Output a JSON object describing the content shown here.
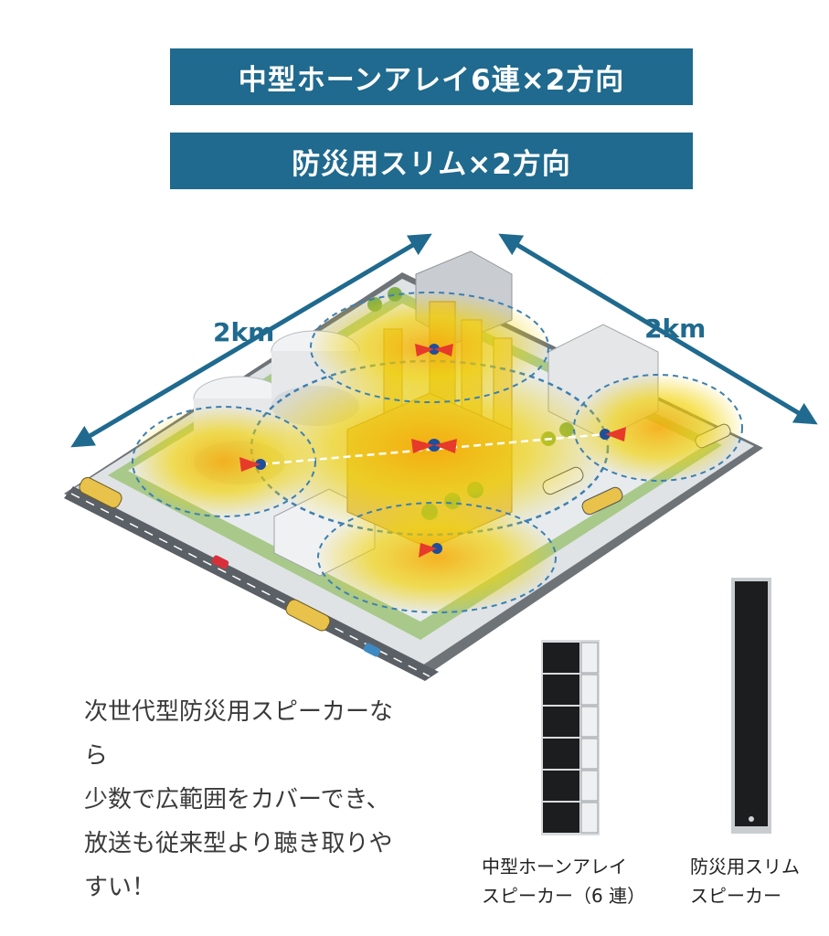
{
  "banners": [
    "中型ホーンアレイ6連×2方向",
    "防災用スリム×2方向"
  ],
  "distances": {
    "left": "2km",
    "right": "2km"
  },
  "description": [
    "次世代型防災用スピーカーな",
    "ら",
    "少数で広範囲をカバーでき、",
    "放送も従来型より聴き取りや",
    "すい！"
  ],
  "products": [
    {
      "caption": [
        "中型ホーンアレイ",
        "スピーカー（6 連）"
      ],
      "icon": "horn-array-speaker-icon"
    },
    {
      "caption": [
        "防災用スリム",
        "スピーカー"
      ],
      "icon": "slim-speaker-icon"
    }
  ],
  "colors": {
    "brand": "#1f6a8e",
    "coverage": "#f2c200",
    "ground": "#d9dde0",
    "road": "#5b6066"
  }
}
